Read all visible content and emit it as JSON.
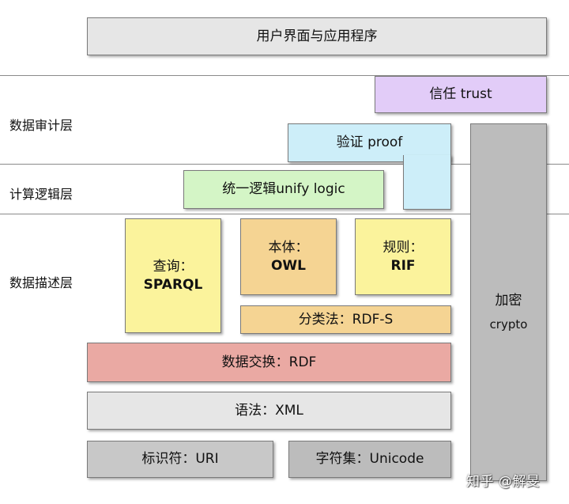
{
  "top_box": "用户界面与应用程序",
  "layers": {
    "audit": "数据审计层",
    "logic": "计算逻辑层",
    "description": "数据描述层"
  },
  "boxes": {
    "trust": "信任  trust",
    "proof": "验证  proof",
    "unify_logic": "统一逻辑unify logic",
    "query": {
      "line1": "查询：",
      "line2": "SPARQL"
    },
    "ontology": {
      "line1": "本体：",
      "line2": "OWL"
    },
    "rules": {
      "line1": "规则：",
      "line2": "RIF"
    },
    "rdfs": "分类法：RDF-S",
    "rdf": "数据交换：RDF",
    "xml": "语法：XML",
    "uri": "标识符：URI",
    "unicode": "字符集：Unicode",
    "crypto": {
      "line1": "加密",
      "line2": "crypto"
    }
  },
  "watermark": "知乎 @解旻"
}
